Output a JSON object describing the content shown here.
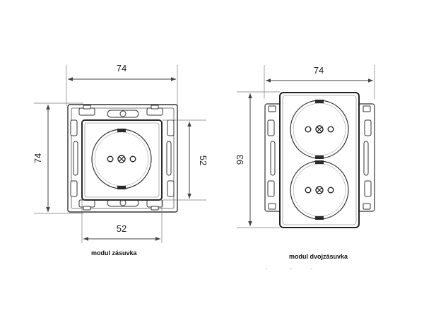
{
  "left_module": {
    "width_label": "74",
    "height_label": "74",
    "inner_height_label": "52",
    "inner_width_label": "52",
    "caption": "modul zásuvka"
  },
  "right_module": {
    "width_label": "74",
    "height_label": "93",
    "caption": "modul dvojzásuvka"
  },
  "colors": {
    "line": "#333333",
    "dim_line": "#555555",
    "frame_fill": "#ffffff",
    "shade": "#e6e6e6",
    "dark": "#2a2a2a"
  }
}
